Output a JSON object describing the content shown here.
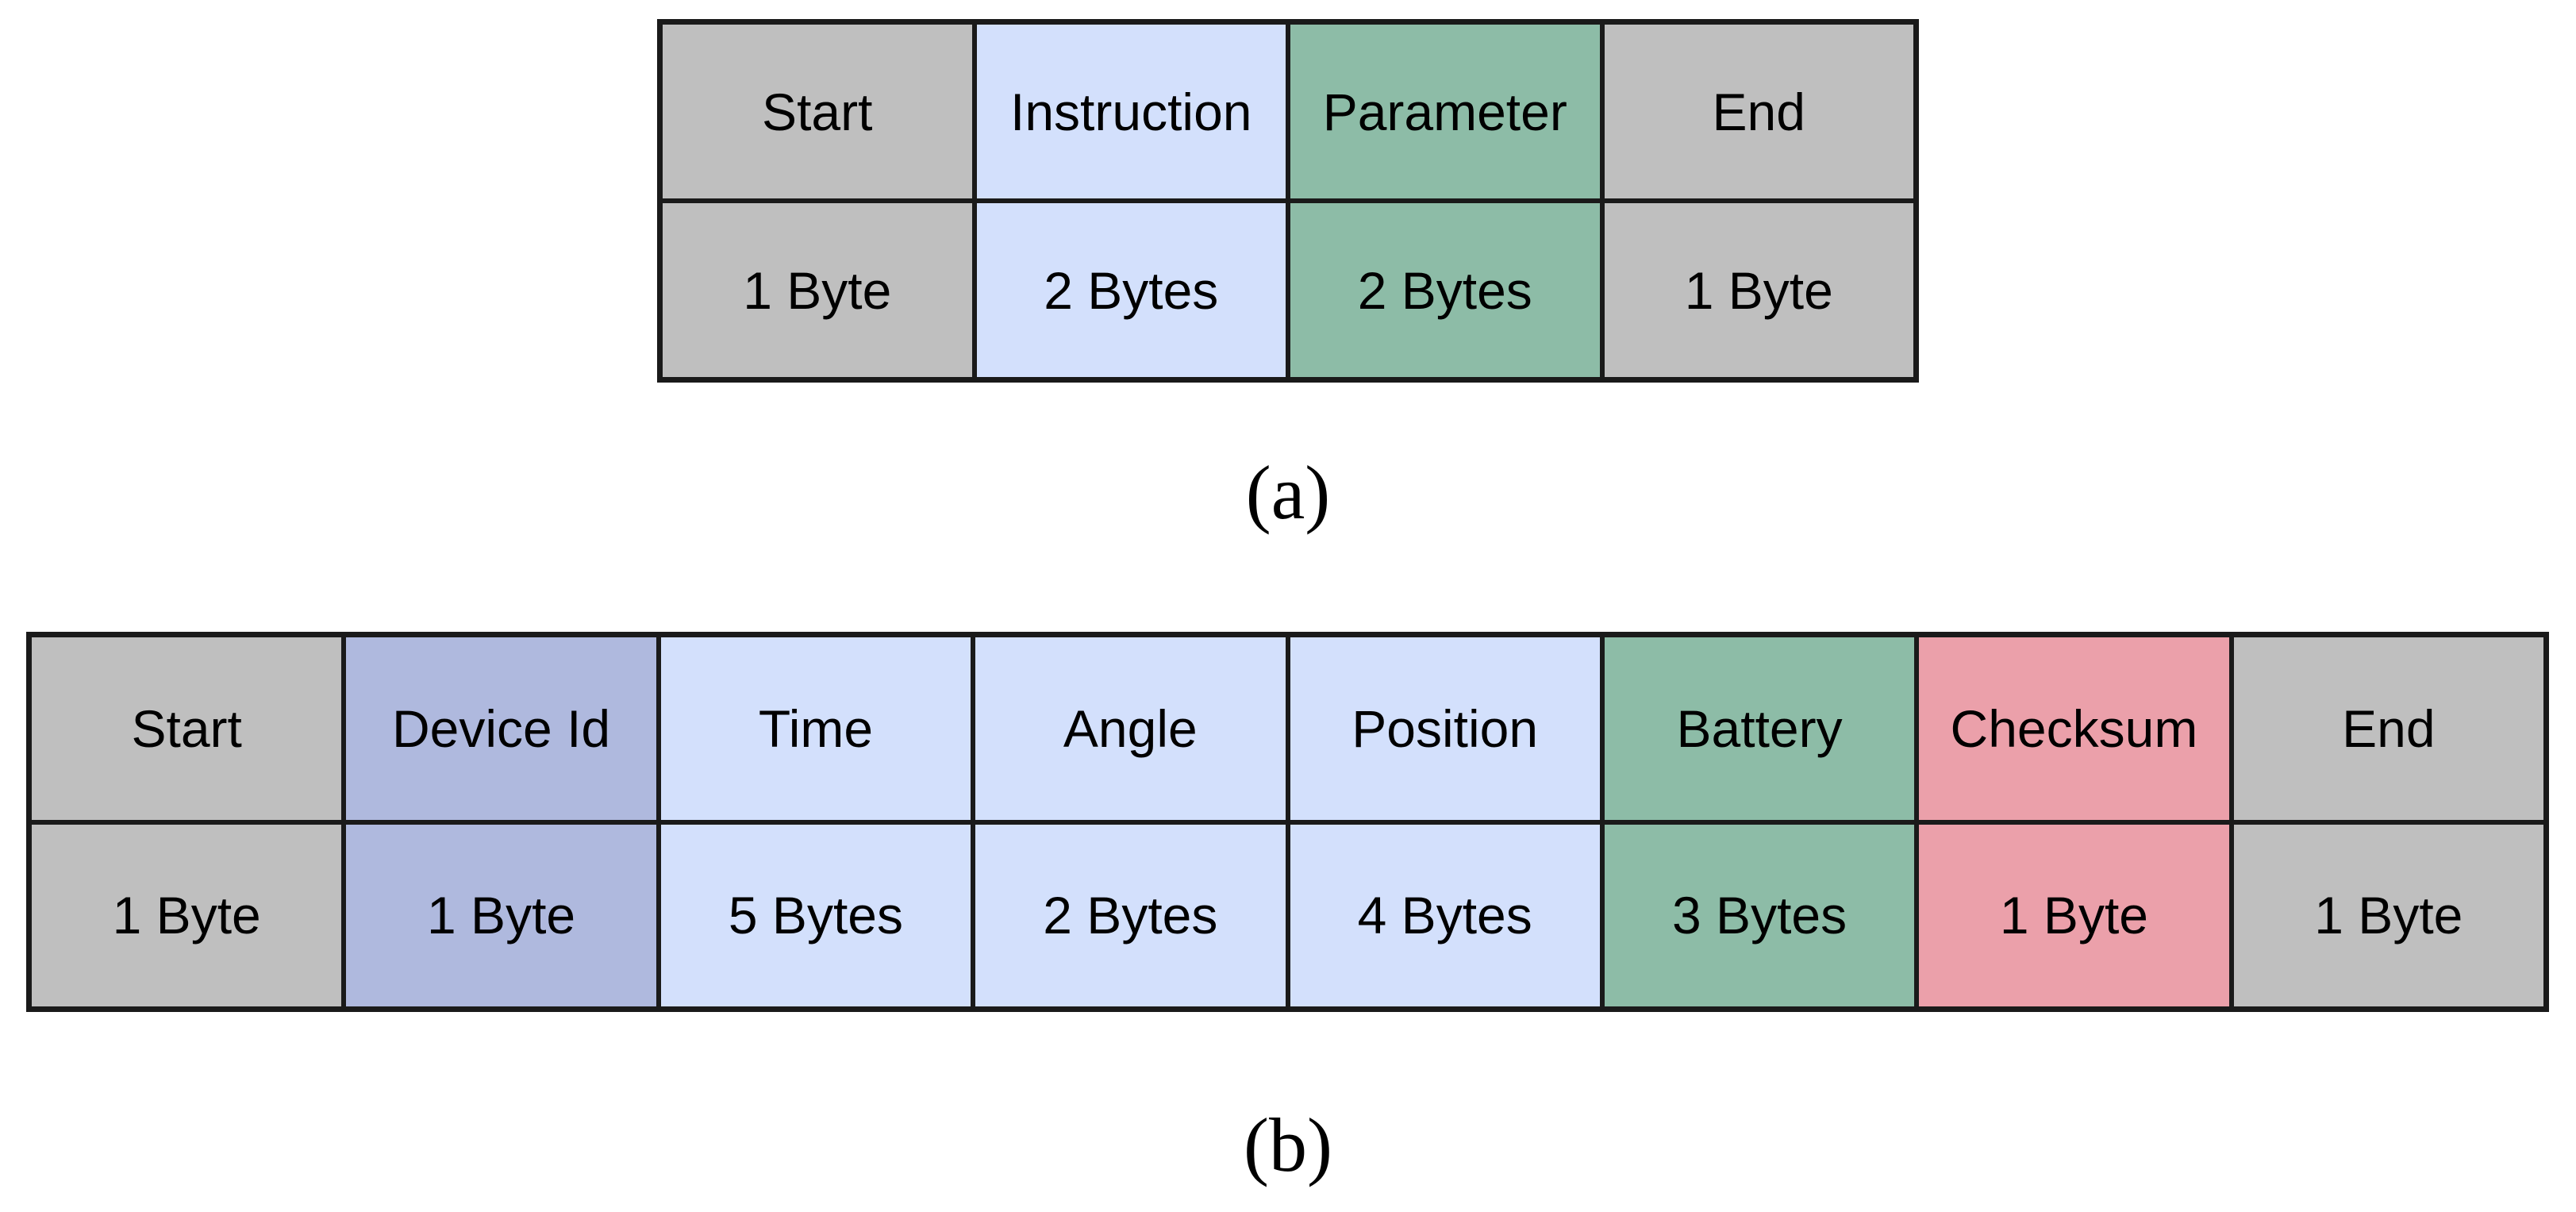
{
  "figure": {
    "background": "#FFFFFF",
    "border_color": "#1a1a1a",
    "caption_a": "(a)",
    "caption_b": "(b)",
    "table_a": {
      "columns": [
        {
          "label": "Start",
          "size": "1 Byte",
          "color": "#BFBFBF"
        },
        {
          "label": "Instruction",
          "size": "2 Bytes",
          "color": "#D3E0FC"
        },
        {
          "label": "Parameter",
          "size": "2 Bytes",
          "color": "#8DBCA7"
        },
        {
          "label": "End",
          "size": "1 Byte",
          "color": "#BFBFBF"
        }
      ]
    },
    "table_b": {
      "columns": [
        {
          "label": "Start",
          "size": "1 Byte",
          "color": "#BFBFBF"
        },
        {
          "label": "Device Id",
          "size": "1 Byte",
          "color": "#AFB9DE"
        },
        {
          "label": "Time",
          "size": "5 Bytes",
          "color": "#D3E0FC"
        },
        {
          "label": "Angle",
          "size": "2 Bytes",
          "color": "#D3E0FC"
        },
        {
          "label": "Position",
          "size": "4 Bytes",
          "color": "#D3E0FC"
        },
        {
          "label": "Battery",
          "size": "3 Bytes",
          "color": "#8DBCA7"
        },
        {
          "label": "Checksum",
          "size": "1 Byte",
          "color": "#EBA0AA"
        },
        {
          "label": "End",
          "size": "1 Byte",
          "color": "#BFBFBF"
        }
      ]
    }
  }
}
